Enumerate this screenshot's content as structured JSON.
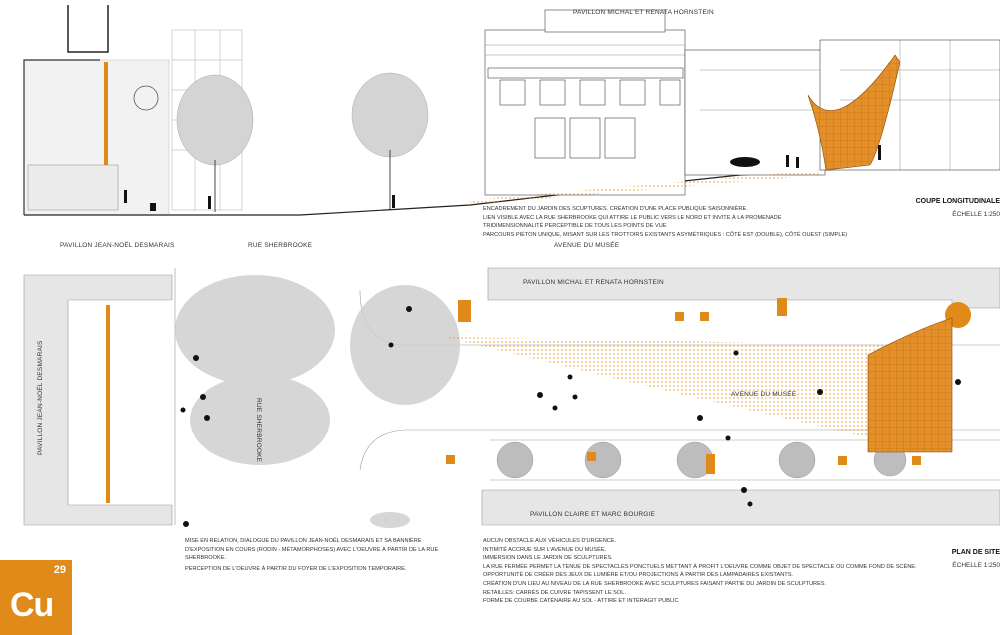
{
  "section": {
    "building_top_label": "PAVILLON MICHAL ET RENATA HORNSTEIN",
    "notes": [
      "ENCADREMENT DU JARDIN DES SCUPTURES. CRÉATION D'UNE PLACE PUBLIQUE SAISONNIÈRE.",
      "LIEN VISIBLE AVEC LA RUE SHERBROOKE QUI ATTIRE LE PUBLIC VERS LE NORD ET INVITE À LA PROMENADE",
      "TRIDIMENSIONNALITÉ PERCEPTIBLE DE TOUS LES POINTS DE VUE",
      "PARCOURS PIÉTON UNIQUE, MISANT SUR LES TROTTOIRS EXISTANTS ASYMÉTRIQUES : CÔTÉ EST (DOUBLE), CÔTÉ OUEST (SIMPLE)"
    ],
    "title": "COUPE LONGITUDINALE",
    "scale": "ÉCHELLE 1:250",
    "ground_labels": [
      "PAVILLON JEAN-NOËL DESMARAIS",
      "RUE SHERBROOKE",
      "AVENUE DU MUSÉE"
    ]
  },
  "plan": {
    "label_north": "PAVILLON MICHAL ET RENATA HORNSTEIN",
    "label_south": "PAVILLON CLAIRE ET MARC BOURGIE",
    "label_avenue": "AVENUE DU MUSÉE",
    "label_rue": "RUE SHERBROOKE",
    "label_west": "PAVILLON JEAN-NOËL DESMARAIS",
    "notes_left": [
      "MISE EN RELATION, DIALOGUE DU PAVILLON JEAN-NOËL DESMARAIS ET SA BANNIÈRE",
      "D'EXPOSITION EN COURS (RODIN - MÉTAMORPHOSES) AVEC L'OEUVRE À PARTIR DE LA RUE",
      "SHERBROOKE.",
      "PERCEPTION DE L'OEUVRE À PARTIR DU FOYER DE L'EXPOSITION TEMPORAIRE."
    ],
    "notes_right": [
      "AUCUN OBSTACLE AUX VÉHICULES D'URGENCE.",
      "INTIMITÉ ACCRUE SUR L'AVENUE DU MUSÉE.",
      "IMMERSION DANS LE JARDIN DE SCULPTURES.",
      "LA RUE FERMÉE PERMET LA TENUE DE SPECTACLES PONCTUELS METTANT À PROFIT L'OEUVRE COMME OBJET DE SPECTACLE OU COMME FOND DE SCÈNE.",
      "OPPORTUNITÉ DE CRÉER DES JEUX DE LUMIÈRE ET/OU PROJECTIONS À PARTIR DES LAMPADAIRES EXISTANTS.",
      "CRÉATION D'UN LIEU AU NIVEAU DE LA RUE SHERBROOKE AVEC SCULPTURES FAISANT PARTIE DU JARDIN DE SCULPTURES.",
      "RETAILLES: CARRÉS DE CUIVRE TAPISSENT LE SOL.",
      "FORME DE COURBE CATÉNAIRE AU SOL - ATTIRE ET INTÉRAGIT PUBLIC"
    ],
    "title": "PLAN DE SITE",
    "scale": "ÉCHELLE 1:250"
  },
  "badge": {
    "symbol": "Cu",
    "number": "29"
  },
  "colors": {
    "copper": "#e08a19",
    "gray": "#e6e6e6",
    "line": "#555555"
  }
}
